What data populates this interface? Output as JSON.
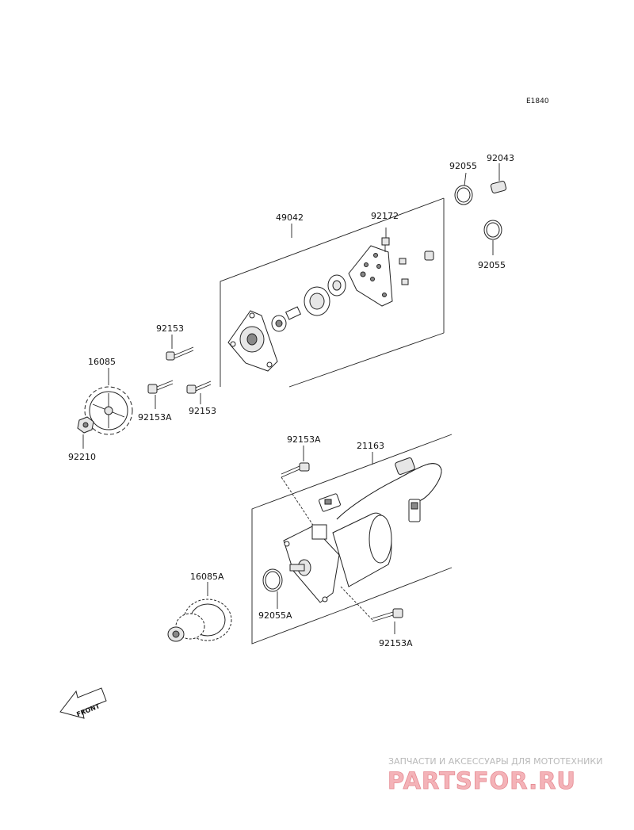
{
  "diagram": {
    "ref_code": "E1840",
    "front_label": "FRONT",
    "part_labels": {
      "p92055_top": "92055",
      "p92043": "92043",
      "p49042": "49042",
      "p92172": "92172",
      "p92055_mid": "92055",
      "p92153_left": "92153",
      "p16085": "16085",
      "p92153a_left": "92153A",
      "p92153_low": "92153",
      "p92210": "92210",
      "p92153a_motor": "92153A",
      "p21163": "21163",
      "p16085a": "16085A",
      "p92055a": "92055A",
      "p92153a_bottom": "92153A"
    }
  },
  "watermark": {
    "tagline": "ЗАПЧАСТИ И АКСЕССУАРЫ ДЛЯ МОТОТЕХНИКИ",
    "logo_text": "PARTSFOR.RU"
  }
}
